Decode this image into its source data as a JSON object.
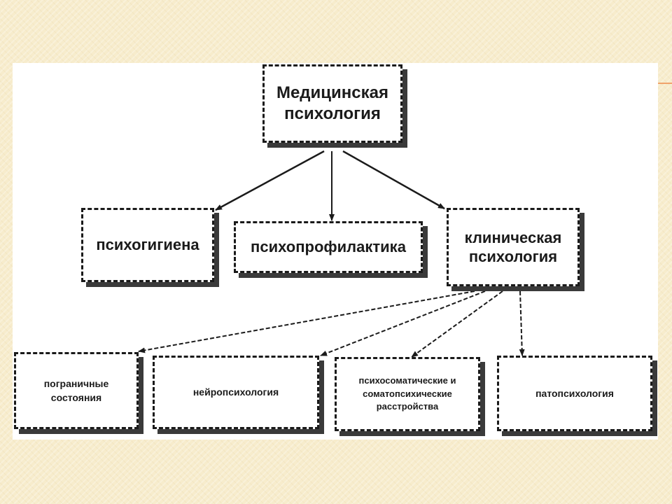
{
  "diagram": {
    "root": {
      "line1": "Медицинская",
      "line2": "психология"
    },
    "level1": {
      "hygiene": "психогигиена",
      "prophylaxis": "психопрофилактика",
      "clinical": {
        "line1": "клиническая",
        "line2": "психология"
      }
    },
    "level2": {
      "borderline": {
        "line1": "пограничные",
        "line2": "состояния"
      },
      "neuro": "нейропсихология",
      "psychosomatic": {
        "line1": "психосоматические и",
        "line2": "соматопсихические",
        "line3": "расстройства"
      },
      "patho": "патопсихология"
    }
  },
  "colors": {
    "background": "#f7eccc",
    "accent": "#f0a36b",
    "ink": "#1b1b1b"
  }
}
